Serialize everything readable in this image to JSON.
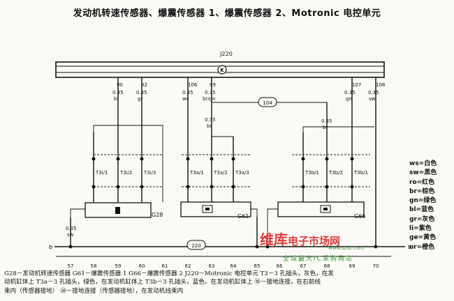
{
  "title": "发动机转速传感器、爆震传感器 1、爆震传感器 2、Motronic 电控单元",
  "unit_label": "J220",
  "k_symbol": "K",
  "bus_label_left": "b",
  "bus_label_right": "b",
  "ground_ref": "220",
  "ref_104": "104",
  "pins_top": [
    {
      "num": "90",
      "size": "0.35",
      "color": "bl"
    },
    {
      "num": "82",
      "size": "0.35",
      "color": "gr"
    },
    {
      "num": "106",
      "size": "0.35",
      "color": "ws"
    },
    {
      "num": "99",
      "size": "0.35",
      "color": "br/gn"
    },
    {
      "num": "107",
      "size": "0.35",
      "color": "gn"
    },
    {
      "num": "108",
      "size": "0.35",
      "color": "sw"
    }
  ],
  "wire_labels_mid": [
    {
      "size": "0.35",
      "color": "br"
    },
    {
      "size": "0.35",
      "color": "br"
    }
  ],
  "left_ground_wire": {
    "size": "0.35",
    "color": "sw"
  },
  "connectors": {
    "g28": [
      "T3i/1",
      "T3i/2",
      "T3i/3"
    ],
    "g61": [
      "T3a/1",
      "T3a/2",
      "T3a/3"
    ],
    "g66": [
      "T3b/1",
      "T3b/2",
      "T3b/1"
    ]
  },
  "sensor_labels": [
    "G28",
    "G61",
    "G66"
  ],
  "bottom_numbers": [
    "57",
    "58",
    "59",
    "60",
    "61",
    "62",
    "63",
    "64",
    "65",
    "66",
    "67",
    "68",
    "69",
    "70"
  ],
  "legend": [
    "ws=白色",
    "sw=黑色",
    "ro=红色",
    "br=棕色",
    "gn=绿色",
    "bl=蓝色",
    "gr=灰色",
    "li=紫色",
    "ge=黄色",
    "or=橙色"
  ],
  "watermark": {
    "brand_a": "维库",
    "brand_b": "电子市场网",
    "url": "www.dzsc.com",
    "slogan": "全球最大IC采购网站"
  },
  "caption": [
    "G28－发动机转速传感器    G61－爆震传感器 1    G66－爆震传感器 2    J220－Motronic 电控单元    T3－3 孔插头，灰色，在发",
    "动机缸体上    T3a－3 孔插头，绿色，在发动机缸体上    T3b－3 孔插头，蓝色，在发动机缸体上    ⑩－接地连接，在右前线",
    "束内（传感器接地）    ⑳－接地连接（传感器接地），在发动机线束内"
  ],
  "colors": {
    "ink": "#111111",
    "paper": "#fbfaf6",
    "watermark_red": "#e23a3a",
    "watermark_green": "#3d9a3d"
  }
}
